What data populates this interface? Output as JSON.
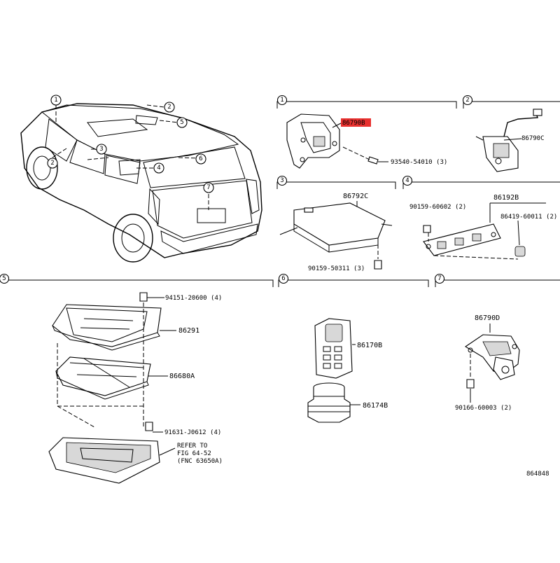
{
  "section_numbers": [
    "1",
    "2",
    "3",
    "4",
    "5",
    "6",
    "7"
  ],
  "vehicle_callouts": [
    "1",
    "2",
    "3",
    "4",
    "5",
    "6",
    "7"
  ],
  "parts": {
    "s1_main": "86790B",
    "s1_bolt": "93540-54010 (3)",
    "s2_main": "86790C",
    "s3_main": "86792C",
    "s3_bolt": "90159-50311 (3)",
    "s4_main": "86192B",
    "s4_bolt": "90159-60602 (2)",
    "s4_cap": "86419-60011 (2)",
    "s5_top_bolt": "94151-20600 (4)",
    "s5_plate": "86291",
    "s5_bracket": "86680A",
    "s5_bottom_bolt": "91631-J0612 (4)",
    "s5_ref_1": "REFER TO",
    "s5_ref_2": "FIG 64-52",
    "s5_ref_3": "(FNC 63650A)",
    "s6_remote": "86170B",
    "s6_holder": "86174B",
    "s7_main": "86790D",
    "s7_bolt": "90166-60003 (2)"
  },
  "highlight_color": "#e8312f",
  "drawing_number": "864848"
}
